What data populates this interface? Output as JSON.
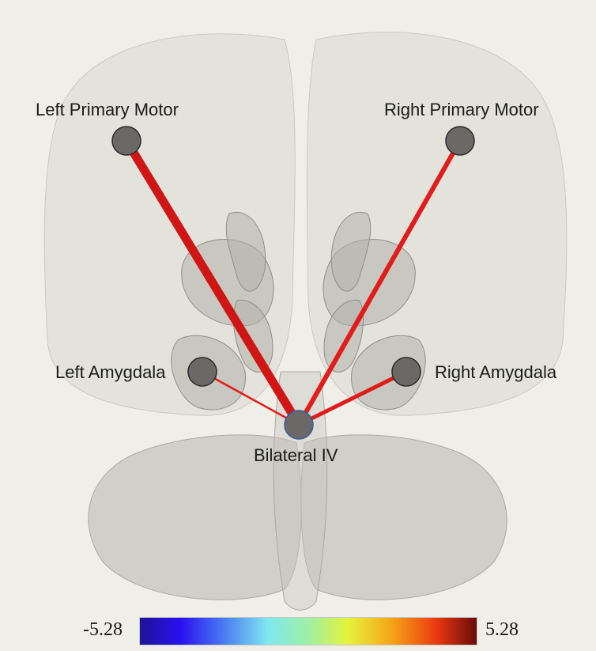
{
  "nodes": {
    "left_primary_motor": {
      "label": "Left Primary Motor"
    },
    "right_primary_motor": {
      "label": "Right Primary Motor"
    },
    "left_amygdala": {
      "label": "Left Amygdala"
    },
    "right_amygdala": {
      "label": "Right Amygdala"
    },
    "bilateral_iv": {
      "label": "Bilateral IV"
    }
  },
  "colorbar": {
    "min_label": "-5.28",
    "max_label": "5.28",
    "colormap": "jet"
  },
  "colors": {
    "background": "#f0efe7",
    "node_fill": "#6b6868",
    "edge_red": "#d91a1a",
    "brain_gray": "#b9b9b3"
  }
}
